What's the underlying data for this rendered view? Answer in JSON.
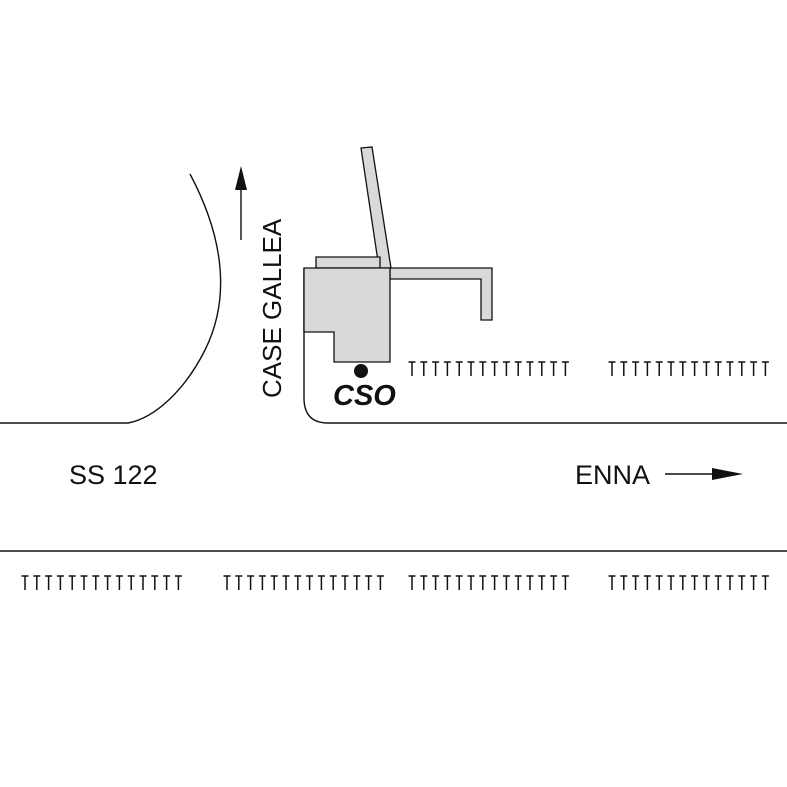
{
  "labels": {
    "road": "SS 122",
    "direction_east": "ENNA",
    "direction_north": "CASE GALLEA",
    "station": "CSO"
  },
  "colors": {
    "building_fill": "#d9d9d9",
    "line": "#111111",
    "background": "#ffffff"
  },
  "icons": {
    "station": "filled-circle-marker",
    "arrows": "direction-arrow",
    "trees": "tree-row-symbol"
  }
}
